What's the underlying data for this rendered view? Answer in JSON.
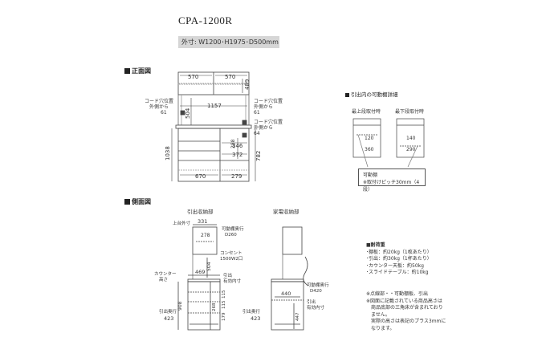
{
  "header": {
    "model": "CPA-1200R",
    "dimensions": "外寸: W1200･H1975･D500mm"
  },
  "sections": {
    "front": "正面図",
    "side": "側面図",
    "drawer_detail": "引出内の可動棚詳細"
  },
  "front": {
    "w_570_left": "570",
    "w_570_right": "570",
    "h_489": "489",
    "w_1157": "1157",
    "h_504": "504",
    "h_1038": "1038",
    "h_288": "288",
    "w_346": "346",
    "w_372": "372",
    "h_782": "782",
    "w_670": "670",
    "w_279": "279",
    "cord_left": [
      "コード穴位置",
      "外側から",
      "61"
    ],
    "cord_right_top": [
      "コード穴位置",
      "外側から",
      "61"
    ],
    "cord_right_bottom": [
      "コード穴位置",
      "外側から",
      "64"
    ]
  },
  "detail": {
    "top_label": "最上段取付時",
    "bottom_label": "最下段取付時",
    "v_120": "120",
    "v_360": "360",
    "v_140": "140",
    "v_290": "290",
    "box_lines": [
      "可動棚",
      "※取付けピッチ30mm（4段）"
    ]
  },
  "side_left": {
    "label": "引出収納部",
    "top_caption": "上台外寸",
    "w_331": "331",
    "v_278": "278",
    "drawer_bracket": [
      "可動棚奥行",
      "D260"
    ],
    "outlet": [
      "コンセント",
      "1500W2口"
    ],
    "v_504": "504",
    "w_469": "469",
    "counter": [
      "カウンター",
      "高さ"
    ],
    "drawer_inner": [
      "引出",
      "有効内寸"
    ],
    "v_115_a": "115",
    "v_115_b": "115",
    "v_179": "179",
    "v_908": "908",
    "v_268": "268",
    "drawer_depth_label": "引出奥行",
    "w_423": "423"
  },
  "side_right": {
    "label": "家電収納部",
    "shelf_depth": [
      "可動棚奥行",
      "D420"
    ],
    "w_440": "440",
    "drawer_inner": [
      "引出",
      "有効内寸"
    ],
    "v_447": "447",
    "drawer_depth_label": "引出奥行",
    "w_423": "423"
  },
  "load": {
    "heading": "■耐荷重",
    "lines": [
      "･棚板：約20kg（1枚あたり）",
      "･引出：約30kg（1杯あたり）",
      "･カウンター天板：約50kg",
      "･スライドテーブル：約10kg"
    ]
  },
  "notes": [
    "※点線部・・可動棚板、引出",
    "※図面に記載されている商品高さは",
    "　商品底部の三角床が含まれており",
    "　ません。",
    "　実際の高さは表記のプラス3mmに",
    "　なります。"
  ]
}
